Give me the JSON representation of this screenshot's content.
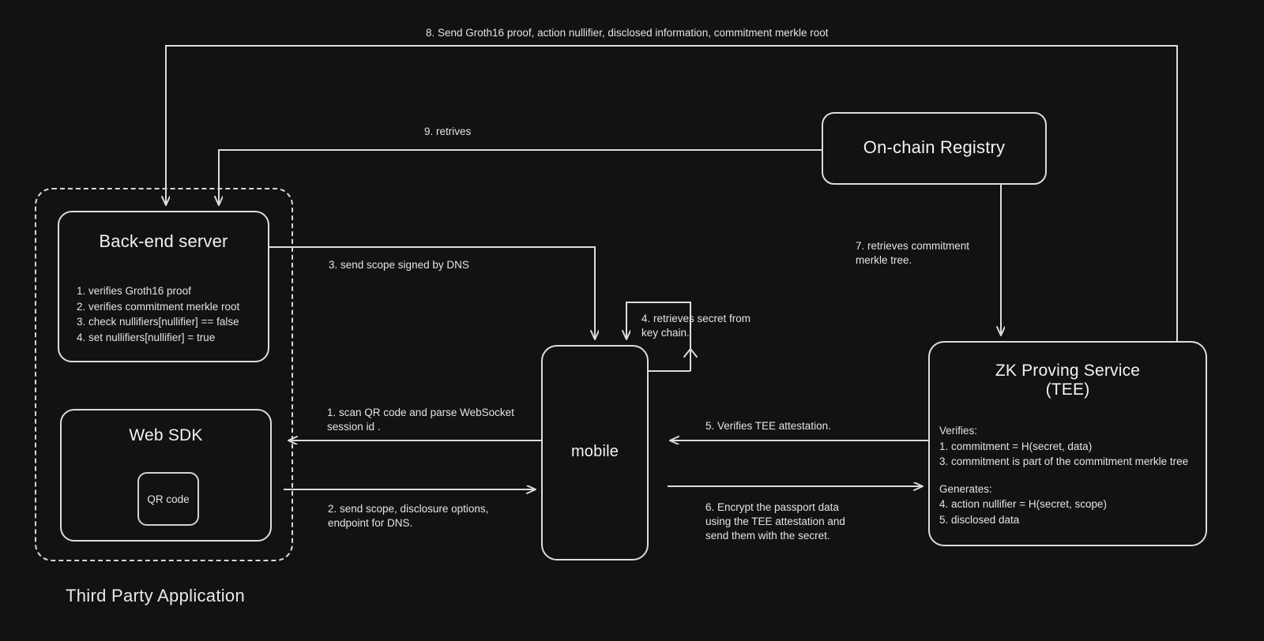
{
  "diagram": {
    "title": "ZK Identity Verification Architecture",
    "background_color": "#121212",
    "line_color": "#dcdcdc",
    "text_color": "#e8e8e8"
  },
  "group": {
    "third_party_label": "Third Party Application"
  },
  "nodes": {
    "backend": {
      "title": "Back-end server",
      "lines": [
        "1. verifies Groth16 proof",
        "2. verifies commitment merkle root",
        "3. check nullifiers[nullifier] == false",
        "4. set nullifiers[nullifier] = true"
      ]
    },
    "websdk": {
      "title": "Web SDK",
      "qr_label": "QR code"
    },
    "mobile": {
      "title": "mobile"
    },
    "registry": {
      "title": "On-chain Registry"
    },
    "zk": {
      "title_line1": "ZK Proving Service",
      "title_line2": "(TEE)",
      "lines": [
        "Verifies:",
        "1. commitment = H(secret, data)",
        "3. commitment is part of the commitment merkle tree",
        "",
        "Generates:",
        "4. action nullifier = H(secret, scope)",
        "5. disclosed data"
      ]
    }
  },
  "edges": [
    {
      "id": 1,
      "label": "1. scan QR code and parse WebSocket\nsession id .",
      "from": "mobile",
      "to": "websdk"
    },
    {
      "id": 2,
      "label": "2. send scope, disclosure options,\nendpoint for DNS.",
      "from": "websdk",
      "to": "mobile"
    },
    {
      "id": 3,
      "label": "3. send scope signed by DNS",
      "from": "backend",
      "to": "mobile"
    },
    {
      "id": 4,
      "label": "4. retrieves secret from\nkey chain.",
      "from": "mobile",
      "to": "mobile"
    },
    {
      "id": 5,
      "label": "5. Verifies TEE attestation.",
      "from": "zk",
      "to": "mobile"
    },
    {
      "id": 6,
      "label": "6. Encrypt the passport data\nusing the TEE attestation and\nsend them with the secret.",
      "from": "mobile",
      "to": "zk"
    },
    {
      "id": 7,
      "label": "7. retrieves commitment\nmerkle tree.",
      "from": "registry",
      "to": "zk"
    },
    {
      "id": 8,
      "label": "8. Send Groth16 proof, action nullifier, disclosed information, commitment merkle root",
      "from": "zk",
      "to": "backend"
    },
    {
      "id": 9,
      "label": "9. retrives",
      "from": "registry",
      "to": "backend"
    }
  ]
}
